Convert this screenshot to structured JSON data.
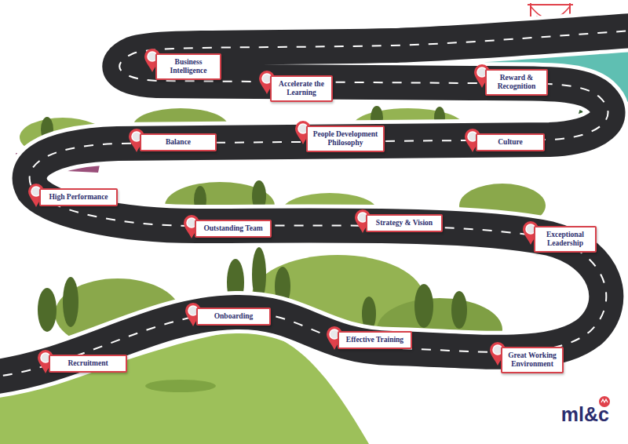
{
  "diagram": {
    "nodes": [
      {
        "text": [
          "Recruitment"
        ]
      },
      {
        "text": [
          "Onboarding"
        ]
      },
      {
        "text": [
          "Effective Training"
        ]
      },
      {
        "text": [
          "Great Working Environment"
        ]
      },
      {
        "text": [
          "Exceptional Leadership"
        ]
      },
      {
        "text": [
          "Strategy & Vision"
        ]
      },
      {
        "text": [
          "Outstanding Team"
        ]
      },
      {
        "text": [
          "High Performance"
        ]
      },
      {
        "text": [
          "Balance"
        ]
      },
      {
        "text": [
          "People Development Philosophy"
        ]
      },
      {
        "text": [
          "Culture"
        ]
      },
      {
        "text": [
          "Reward & Recognition"
        ]
      },
      {
        "text": [
          "Accelerate the Learning"
        ]
      },
      {
        "text": [
          "Business Intelligence"
        ]
      }
    ],
    "labels": [
      "ml&c"
    ]
  }
}
